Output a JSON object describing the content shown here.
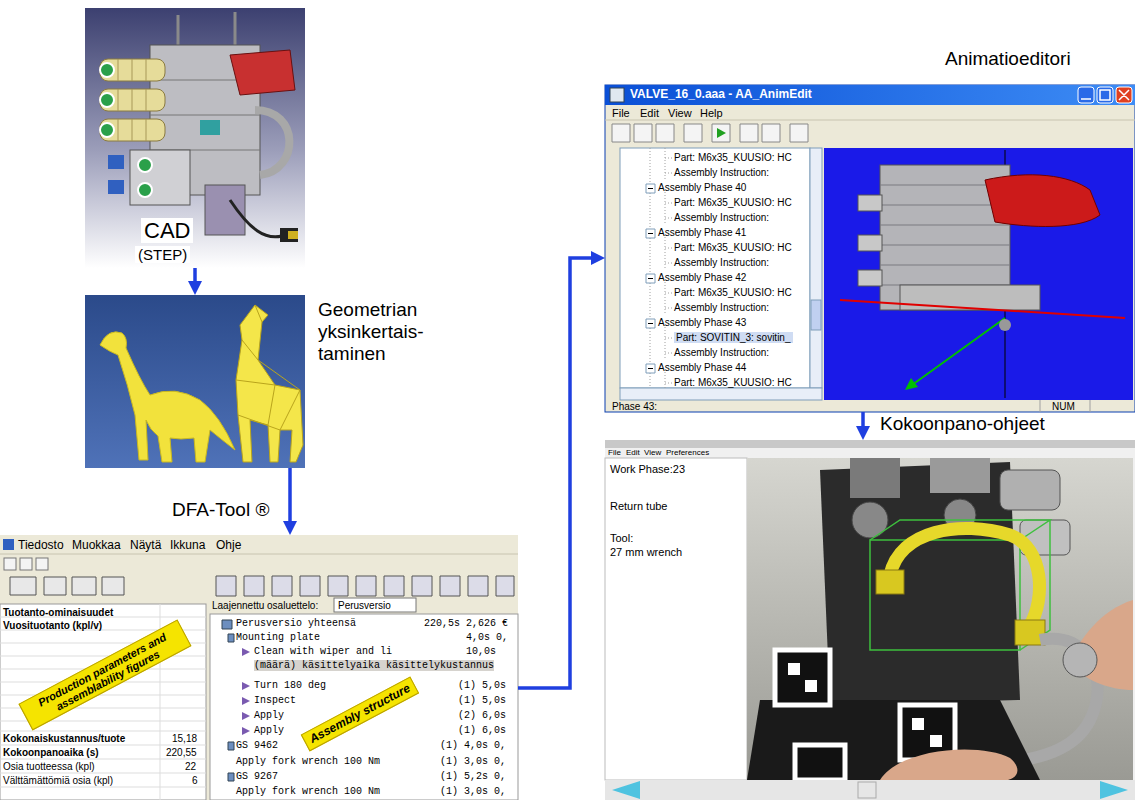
{
  "diagram": {
    "nodes": [
      {
        "text": [
          "CAD",
          "(STEP)"
        ]
      },
      {
        "text": [
          "Geometrian yksinkertais- taminen"
        ]
      },
      {
        "text": [
          "DFA-Tool ®"
        ]
      },
      {
        "text": [
          "Animatioeditori"
        ]
      },
      {
        "text": [
          "Kokoonpano-ohjeet"
        ]
      }
    ],
    "edges": [
      {
        "from": 0,
        "to": 1,
        "arrow": "to"
      },
      {
        "from": 1,
        "to": 2,
        "arrow": "to"
      },
      {
        "from": 2,
        "to": 3,
        "arrow": "to"
      },
      {
        "from": 3,
        "to": 4,
        "arrow": "to"
      }
    ],
    "labels": [
      "Tiedosto",
      "Muokkaa",
      "Näytä",
      "Ikkuna",
      "Ohje",
      "Laajennettu osaluettelo:",
      "Perusversio",
      "Tuotanto-ominaisuudet",
      "Vuosituotanto (kpl/v)",
      "Kokonaiskustannus/tuote",
      "15,18",
      "Kokoonpanoaika (s)",
      "220,55",
      "Osia tuotteessa (kpl)",
      "22",
      "Välttämättömiä osia (kpl)",
      "6",
      "Perusversio yhteensä",
      "220,5s 2,626 €",
      "Mounting plate",
      "4,0s 0,",
      "Clean with wiper and li",
      "10,0s",
      "(määrä) käsittelyaika käsittelykustannus",
      "Turn 180 deg",
      "(1) 5,0s",
      "Inspect",
      "(1) 5,0s",
      "Apply",
      "(2) 6,0s",
      "Apply",
      "(1) 6,0s",
      "GS 9462",
      "(1) 4,0s 0,",
      "Apply fork wrench 100 Nm",
      "(1) 3,0s 0,",
      "GS 9267",
      "(1) 5,2s 0,",
      "Apply fork wrench 100 Nm",
      "(1) 3,0s 0,",
      "Production parameters and assemblability figures",
      "Assembly structure",
      "VALVE_16_0.aaa - AA_AnimEdit",
      "File",
      "Edit",
      "View",
      "Help",
      "Part: M6x35_KUUSIO: HC",
      "Assembly Instruction:",
      "Assembly Phase 40",
      "Part: M6x35_KUUSIO: HC",
      "Assembly Instruction:",
      "Assembly Phase 41",
      "Part: M6x35_KUUSIO: HC",
      "Assembly Instruction:",
      "Assembly Phase 42",
      "Part: M6x35_KUUSIO: HC",
      "Assembly Instruction:",
      "Assembly Phase 43",
      "Part: SOVITIN_3: sovitin_",
      "Assembly Instruction:",
      "Assembly Phase 44",
      "Part: M6x35_KUUSIO: HC",
      "Phase 43:",
      "NUM",
      "File",
      "Edit",
      "View",
      "Preferences",
      "Work Phase:23",
      "Return tube",
      "Tool:",
      "27 mm wrench"
    ]
  }
}
